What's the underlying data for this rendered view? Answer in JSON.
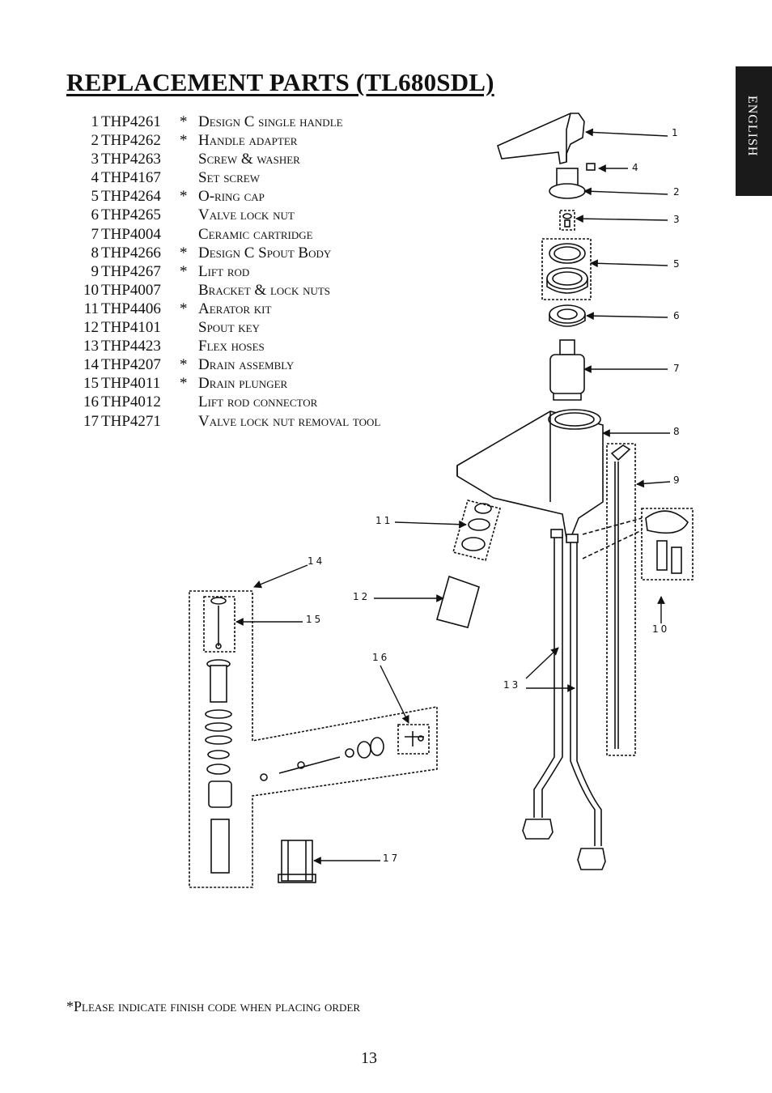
{
  "page": {
    "title": "REPLACEMENT PARTS (TL680SDL)",
    "language_tab": "ENGLISH",
    "footnote": "*Please indicate finish code when placing order",
    "page_number": "13"
  },
  "parts": [
    {
      "num": "1",
      "code": "THP4261",
      "star": "*",
      "desc": "Design C single handle"
    },
    {
      "num": "2",
      "code": "THP4262",
      "star": "*",
      "desc": "Handle adapter"
    },
    {
      "num": "3",
      "code": "THP4263",
      "star": "",
      "desc": "Screw & washer"
    },
    {
      "num": "4",
      "code": "THP4167",
      "star": "",
      "desc": "Set screw"
    },
    {
      "num": "5",
      "code": "THP4264",
      "star": "*",
      "desc": "O-ring cap"
    },
    {
      "num": "6",
      "code": "THP4265",
      "star": "",
      "desc": "Valve lock nut"
    },
    {
      "num": "7",
      "code": "THP4004",
      "star": "",
      "desc": "Ceramic cartridge"
    },
    {
      "num": "8",
      "code": "THP4266",
      "star": "*",
      "desc": "Design C Spout Body"
    },
    {
      "num": "9",
      "code": "THP4267",
      "star": "*",
      "desc": "Lift rod"
    },
    {
      "num": "10",
      "code": "THP4007",
      "star": "",
      "desc": "Bracket & lock nuts"
    },
    {
      "num": "11",
      "code": "THP4406",
      "star": "*",
      "desc": "Aerator kit"
    },
    {
      "num": "12",
      "code": "THP4101",
      "star": "",
      "desc": "Spout key"
    },
    {
      "num": "13",
      "code": "THP4423",
      "star": "",
      "desc": "Flex hoses"
    },
    {
      "num": "14",
      "code": "THP4207",
      "star": "*",
      "desc": "Drain assembly"
    },
    {
      "num": "15",
      "code": "THP4011",
      "star": "*",
      "desc": "Drain plunger"
    },
    {
      "num": "16",
      "code": "THP4012",
      "star": "",
      "desc": "Lift rod connector"
    },
    {
      "num": "17",
      "code": "THP4271",
      "star": "",
      "desc": "Valve lock nut removal tool"
    }
  ],
  "callouts": [
    "1",
    "2",
    "3",
    "4",
    "5",
    "6",
    "7",
    "8",
    "9",
    "10",
    "11",
    "12",
    "13",
    "14",
    "15",
    "16",
    "17"
  ]
}
